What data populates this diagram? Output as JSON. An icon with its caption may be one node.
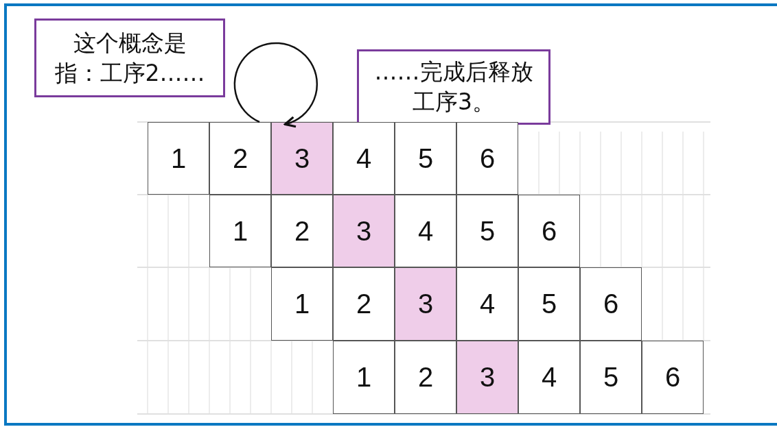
{
  "diagram": {
    "nodes": [
      {
        "text": [
          "这个概念是指：工序2……"
        ]
      },
      {
        "text": [
          "……完成后释放工序3。"
        ]
      },
      {
        "text": [
          "1"
        ]
      },
      {
        "text": [
          "2"
        ]
      },
      {
        "text": [
          "3"
        ]
      },
      {
        "text": [
          "4"
        ]
      },
      {
        "text": [
          "5"
        ]
      },
      {
        "text": [
          "6"
        ]
      },
      {
        "text": [
          "1"
        ]
      },
      {
        "text": [
          "2"
        ]
      },
      {
        "text": [
          "3"
        ]
      },
      {
        "text": [
          "4"
        ]
      },
      {
        "text": [
          "5"
        ]
      },
      {
        "text": [
          "6"
        ]
      },
      {
        "text": [
          "1"
        ]
      },
      {
        "text": [
          "2"
        ]
      },
      {
        "text": [
          "3"
        ]
      },
      {
        "text": [
          "4"
        ]
      },
      {
        "text": [
          "5"
        ]
      },
      {
        "text": [
          "6"
        ]
      },
      {
        "text": [
          "1"
        ]
      },
      {
        "text": [
          "2"
        ]
      },
      {
        "text": [
          "3"
        ]
      },
      {
        "text": [
          "4"
        ]
      },
      {
        "text": [
          "5"
        ]
      },
      {
        "text": [
          "6"
        ]
      }
    ],
    "edges": [
      {
        "from": 3,
        "to": 4,
        "arrow": "to"
      }
    ]
  }
}
